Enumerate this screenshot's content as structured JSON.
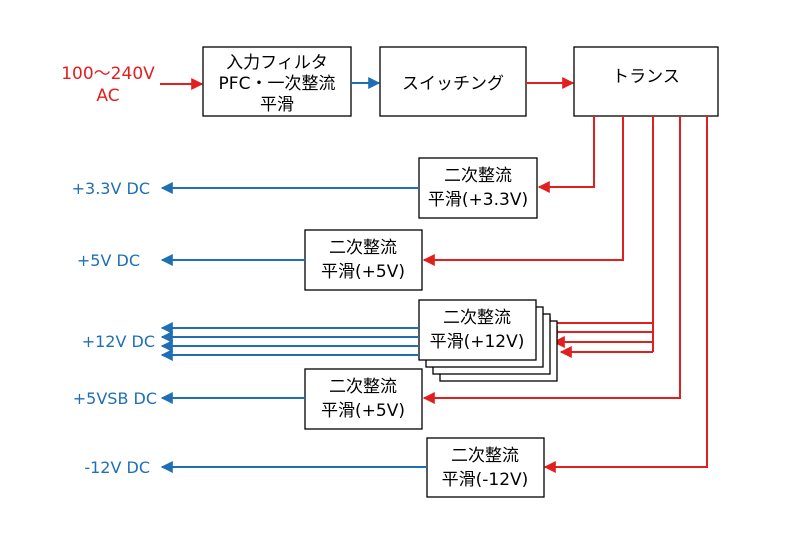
{
  "input": {
    "voltage": "100～240V",
    "type": "AC"
  },
  "blocks": {
    "filter": [
      "入力フィルタ",
      "PFC・一次整流",
      "平滑"
    ],
    "switching": "スイッチング",
    "transformer": "トランス"
  },
  "rectifiers": [
    {
      "line1": "二次整流",
      "line2": "平滑(+3.3V)",
      "output": "+3.3V DC"
    },
    {
      "line1": "二次整流",
      "line2": "平滑(+5V)",
      "output": "+5V DC"
    },
    {
      "line1": "二次整流",
      "line2": "平滑(+12V)",
      "output": "+12V DC"
    },
    {
      "line1": "二次整流",
      "line2": "平滑(+5V)",
      "output": "+5VSB DC"
    },
    {
      "line1": "二次整流",
      "line2": "平滑(-12V)",
      "output": "-12V DC"
    }
  ],
  "colors": {
    "ac_path": "#e11f1f",
    "dc_path": "#1f6fb4",
    "box_stroke": "#000000"
  }
}
